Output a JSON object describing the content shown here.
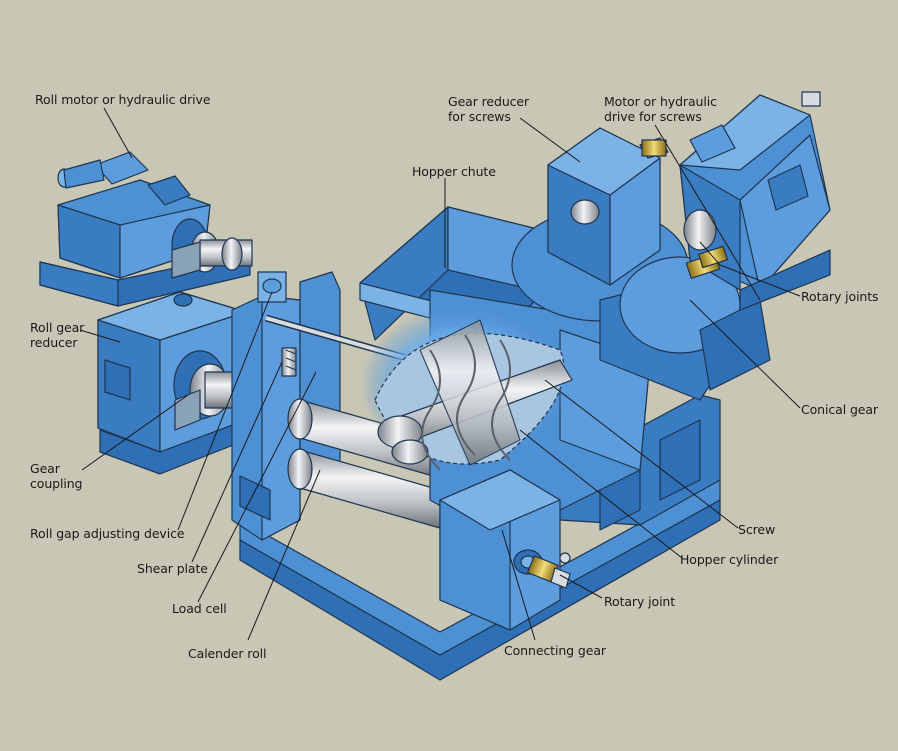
{
  "colors": {
    "background": "#c8c6b4",
    "machine_blue": "#4e90d4",
    "machine_blue_dark": "#2f6fb6",
    "machine_blue_light": "#7cb3e6",
    "steel": "#d9dcdf",
    "outline": "#1f3550",
    "leader_line": "#1a1a1a",
    "fitting_gold": "#d8b53c"
  },
  "labels": {
    "roll_motor": "Roll motor or hydraulic drive",
    "gear_reducer_screws": "Gear reducer\nfor screws",
    "motor_screws": "Motor or hydraulic\ndrive for screws",
    "hopper_chute": "Hopper chute",
    "roll_gear_reducer": "Roll gear\nreducer",
    "rotary_joints": "Rotary joints",
    "conical_gear": "Conical gear",
    "gear_coupling": "Gear\ncoupling",
    "screw": "Screw",
    "roll_gap": "Roll gap adjusting device",
    "hopper_cylinder": "Hopper cylinder",
    "shear_plate": "Shear plate",
    "rotary_joint": "Rotary joint",
    "load_cell": "Load cell",
    "connecting_gear": "Connecting gear",
    "calender_roll": "Calender roll"
  }
}
